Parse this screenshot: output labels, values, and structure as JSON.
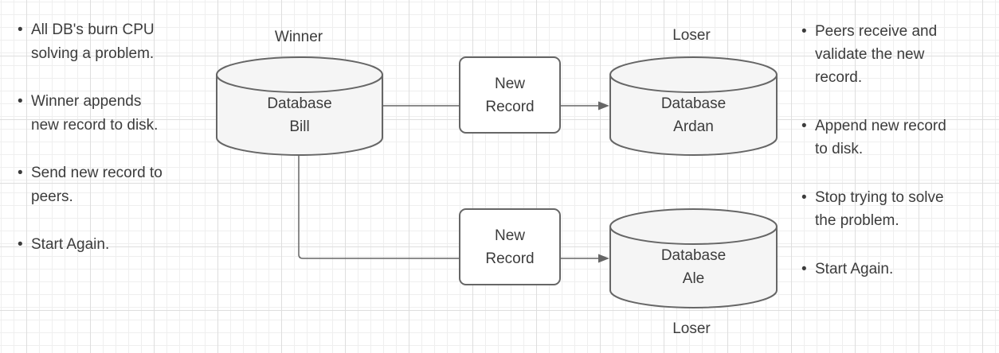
{
  "diagram": {
    "colors": {
      "shape_stroke": "#666666",
      "cylinder_fill": "#f5f5f5",
      "box_fill": "#ffffff",
      "text": "#3c3c3c",
      "grid_minor": "#efefef",
      "grid_major": "#dedede"
    },
    "labels": {
      "winner": "Winner",
      "loser_top": "Loser",
      "loser_bottom": "Loser",
      "db_bill": "Database\nBill",
      "db_ardan": "Database\nArdan",
      "db_ale": "Database\nAle",
      "new_record_top": "New\nRecord",
      "new_record_bottom": "New\nRecord"
    },
    "left_notes": [
      "All DB's burn CPU\nsolving a problem.",
      "Winner appends\nnew record to disk.",
      "Send new record to\npeers.",
      "Start Again."
    ],
    "right_notes": [
      "Peers receive and\nvalidate the new\nrecord.",
      "Append new record\nto disk.",
      "Stop trying to solve\nthe problem.",
      "Start Again."
    ]
  }
}
